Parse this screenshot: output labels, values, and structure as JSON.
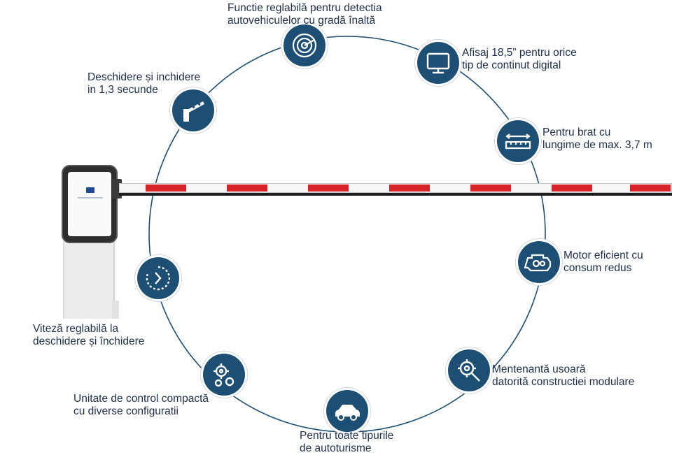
{
  "colors": {
    "icon_bg": "#1d4e74",
    "text": "#1c2f4a",
    "ring": "#1d4e74",
    "stripe": "#d8232a"
  },
  "features": [
    {
      "icon": "radar-icon",
      "lines": [
        "Functie reglabilă pentru detectia",
        "autovehiculelor cu gradă înaltă"
      ]
    },
    {
      "icon": "monitor-icon",
      "lines": [
        "Afisaj 18,5” pentru orice",
        "tip de continut digital"
      ]
    },
    {
      "icon": "ruler-icon",
      "lines": [
        "Pentru brat cu",
        "lungime de max. 3,7 m"
      ]
    },
    {
      "icon": "engine-icon",
      "lines": [
        "Motor eficient cu",
        "consum redus"
      ]
    },
    {
      "icon": "wrench-gear-icon",
      "lines": [
        "Mentenantă usoară",
        "datorită constructiei modulare"
      ]
    },
    {
      "icon": "car-icon",
      "lines": [
        "Pentru toate tipurile",
        "de autoturisme"
      ]
    },
    {
      "icon": "gears-icon",
      "lines": [
        "Unitate de control compactă",
        "cu diverse configuratii"
      ]
    },
    {
      "icon": "speed-icon",
      "lines": [
        "Viteză reglabilă la",
        "deschidere și închidere"
      ]
    },
    {
      "icon": "barrier-icon",
      "lines": [
        "Deschidere și inchidere",
        "in 1,3 secunde"
      ]
    }
  ]
}
